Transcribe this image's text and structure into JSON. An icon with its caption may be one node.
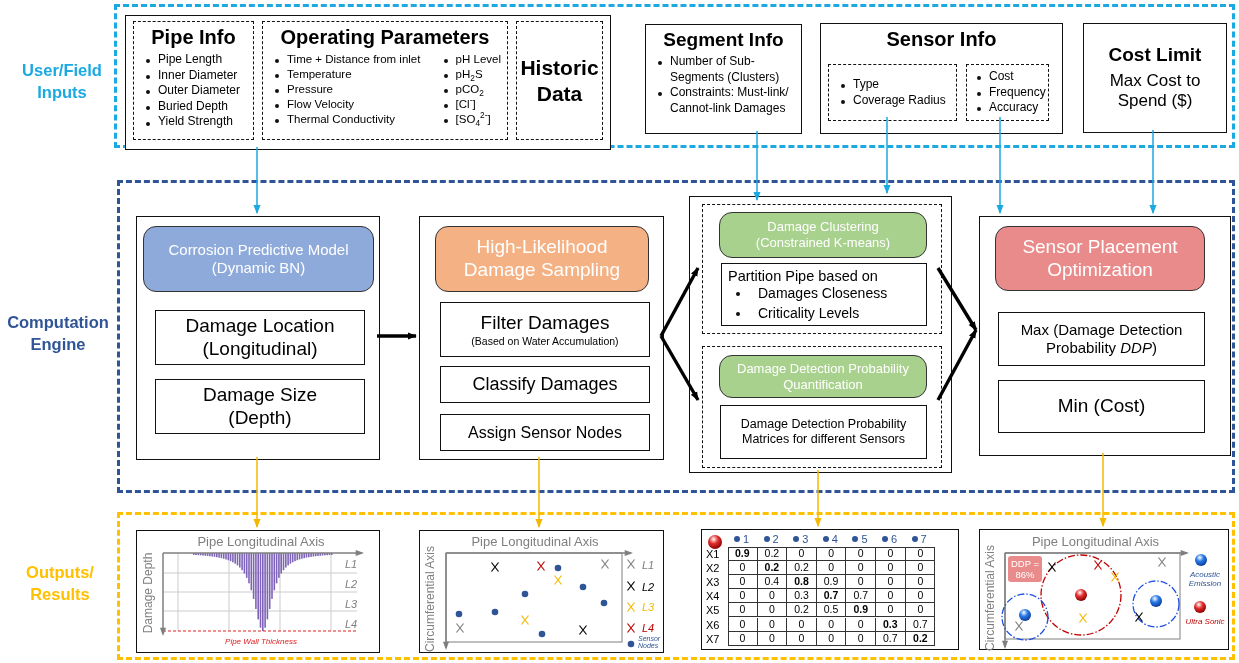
{
  "diagram": {
    "nodes": [
      {
        "text": [
          "User/Field Inputs"
        ]
      },
      {
        "text": [],
        "shape": "box",
        "in": 0
      },
      {
        "text": [
          "Pipe Info",
          "Pipe Length",
          "Inner Diameter",
          "Outer Diameter",
          "Buried Depth",
          "Yield Strength"
        ],
        "in": 1
      },
      {
        "text": [
          "Operating Parameters",
          "Time + Distance from inlet",
          "Temperature",
          "Pressure",
          "Flow Velocity",
          "Thermal Conductivity",
          "pH Level",
          "pH$_{2}$S",
          "pCO$_{2}$",
          "[Cl$^{-}$]",
          "[SO$_{4}$$^{2-}$]"
        ],
        "in": 1
      },
      {
        "text": [
          "Historic Data"
        ],
        "in": 1
      },
      {
        "text": [
          "Segment Info",
          "Number of Sub-Segments (Clusters)",
          "Constraints: Must-link/ Cannot-link Damages"
        ],
        "in": 0
      },
      {
        "text": [
          "Sensor Info"
        ],
        "in": 0
      },
      {
        "text": [
          "Type",
          "Coverage Radius"
        ],
        "in": 6
      },
      {
        "text": [
          "Cost",
          "Frequency",
          "Accuracy"
        ],
        "in": 6
      },
      {
        "text": [
          "Cost Limit",
          "Max Cost to Spend ($)"
        ],
        "in": 0
      },
      {
        "text": [
          "Computation Engine"
        ]
      },
      {
        "text": [],
        "shape": "box",
        "in": 10
      },
      {
        "text": [
          "Corrosion Predictive Model (Dynamic BN)"
        ],
        "in": 11
      },
      {
        "text": [
          "Damage Location (Longitudinal)"
        ],
        "in": 11
      },
      {
        "text": [
          "Damage Size (Depth)"
        ],
        "in": 11
      },
      {
        "text": [],
        "shape": "box",
        "in": 10
      },
      {
        "text": [
          "High-Likelihood Damage Sampling"
        ],
        "in": 15
      },
      {
        "text": [
          "Filter Damages",
          "(Based on Water Accumulation)"
        ],
        "in": 15
      },
      {
        "text": [
          "Classify Damages"
        ],
        "in": 15
      },
      {
        "text": [
          "Assign Sensor Nodes"
        ],
        "in": 15
      },
      {
        "text": [],
        "shape": "box",
        "in": 10
      },
      {
        "text": [],
        "shape": "box",
        "in": 20
      },
      {
        "text": [
          "Damage Clustering (Constrained K-means)"
        ],
        "in": 21
      },
      {
        "text": [
          "Partition Pipe based on",
          "Damages Closeness",
          "Criticality Levels"
        ],
        "in": 21
      },
      {
        "text": [],
        "shape": "box",
        "in": 20
      },
      {
        "text": [
          "Damage Detection Probability Quantification"
        ],
        "in": 24
      },
      {
        "text": [
          "Damage Detection Probability Matrices for different Sensors"
        ],
        "in": 24
      },
      {
        "text": [],
        "shape": "box",
        "in": 10
      },
      {
        "text": [
          "Sensor Placement Optimization"
        ],
        "in": 27
      },
      {
        "text": [
          "Max (Damage Detection Probability *DDP*)"
        ],
        "in": 27
      },
      {
        "text": [
          "Min (Cost)"
        ],
        "in": 27
      },
      {
        "text": [
          "Outputs/ Results"
        ]
      },
      {
        "text": [
          "Pipe Longitudinal Axis",
          "Damage Depth",
          "L1",
          "L2",
          "L3",
          "L4",
          "Pipe Wall Thickness"
        ],
        "in": 31
      },
      {
        "text": [
          "Pipe Longitudinal Axis",
          "Circumferential Axis",
          "L1",
          "L2",
          "L3",
          "L4",
          "Sensor Nodes"
        ],
        "in": 31
      },
      {
        "text": [
          "1",
          "2",
          "3",
          "4",
          "5",
          "6",
          "7",
          "X1",
          "0.9",
          "0.2",
          "0",
          "0",
          "0",
          "0",
          "0",
          "X2",
          "0",
          "0.2",
          "0.2",
          "0",
          "0",
          "0",
          "0",
          "X3",
          "0",
          "0.4",
          "0.8",
          "0.9",
          "0",
          "0",
          "0",
          "X4",
          "0",
          "0",
          "0.3",
          "0.7",
          "0.7",
          "0",
          "0",
          "X5",
          "0",
          "0",
          "0.2",
          "0.5",
          "0.9",
          "0",
          "0",
          "X6",
          "0",
          "0",
          "0",
          "0",
          "0",
          "0.3",
          "0.7",
          "X7",
          "0",
          "0",
          "0",
          "0",
          "0",
          "0.7",
          "0.2"
        ],
        "in": 31
      },
      {
        "text": [
          "Pipe Longitudinal Axis",
          "Circumferential Axis",
          "DDP = 86%",
          "Acoustic Emission",
          "Ultra Sonic"
        ],
        "in": 31
      }
    ],
    "edges": [
      {
        "from": 1,
        "to": 11,
        "arrow": "to",
        "color": "#1ba9e1"
      },
      {
        "from": 5,
        "to": 21,
        "arrow": "to",
        "color": "#1ba9e1"
      },
      {
        "from": 7,
        "to": 20,
        "arrow": "to",
        "color": "#1ba9e1"
      },
      {
        "from": 8,
        "to": 27,
        "arrow": "to",
        "color": "#1ba9e1"
      },
      {
        "from": 9,
        "to": 27,
        "arrow": "to",
        "color": "#1ba9e1"
      },
      {
        "from": 11,
        "to": 15,
        "arrow": "to",
        "style": "thick",
        "color": "#000000"
      },
      {
        "from": 15,
        "to": 21,
        "arrow": "to",
        "style": "thick",
        "color": "#000000"
      },
      {
        "from": 15,
        "to": 24,
        "arrow": "to",
        "style": "thick",
        "color": "#000000"
      },
      {
        "from": 21,
        "to": 27,
        "arrow": "to",
        "style": "thick",
        "color": "#000000"
      },
      {
        "from": 24,
        "to": 27,
        "arrow": "to",
        "style": "thick",
        "color": "#000000"
      },
      {
        "from": 11,
        "to": 32,
        "arrow": "to",
        "color": "#f5b800"
      },
      {
        "from": 15,
        "to": 33,
        "arrow": "to",
        "color": "#f5b800"
      },
      {
        "from": 20,
        "to": 34,
        "arrow": "to",
        "color": "#f5b800"
      },
      {
        "from": 27,
        "to": 35,
        "arrow": "to",
        "color": "#f5b800"
      }
    ]
  }
}
